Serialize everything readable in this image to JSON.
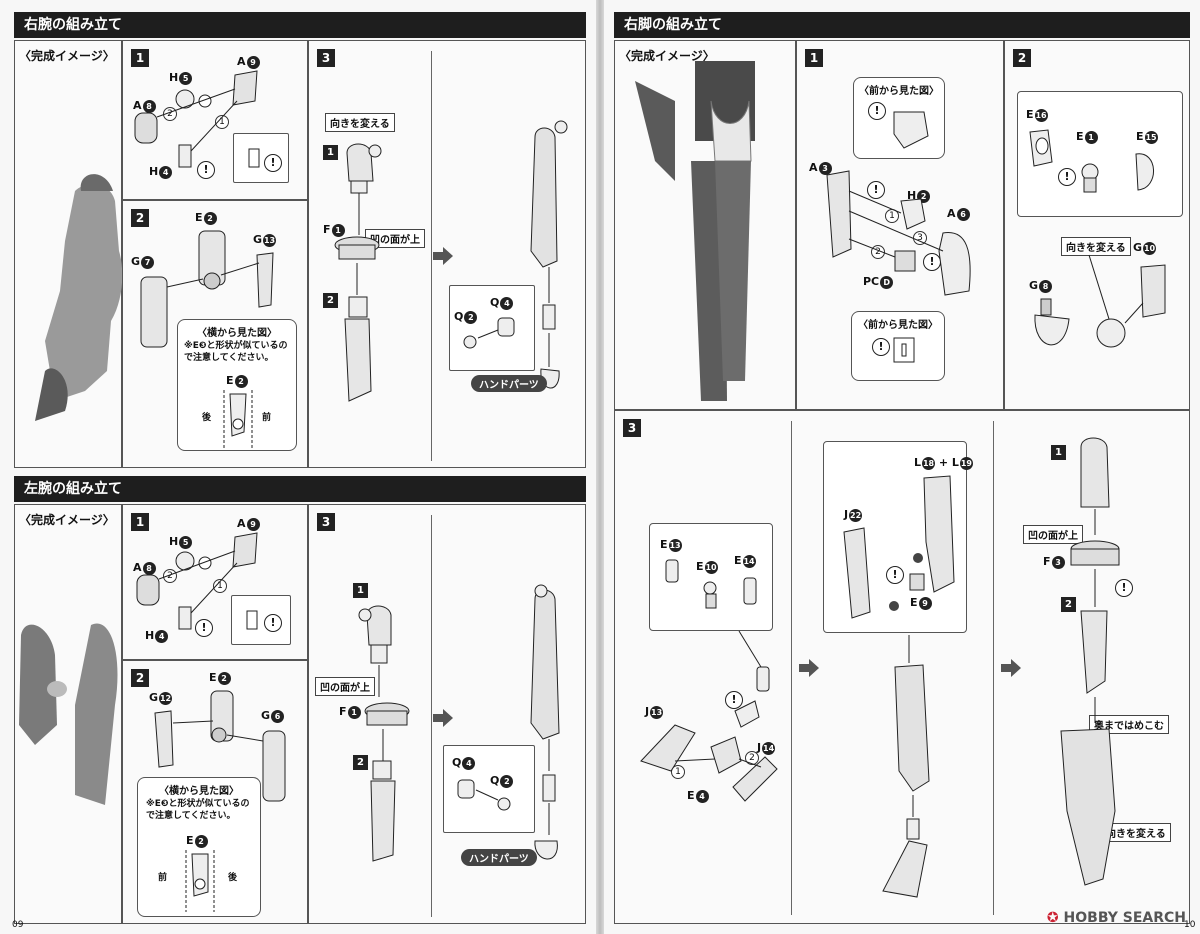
{
  "left_page": {
    "page_number": "09",
    "right_arm": {
      "title": "右腕の組み立て",
      "image_label": "〈完成イメージ〉",
      "step1": {
        "num": "1",
        "parts": {
          "a9": "A",
          "a9n": "9",
          "h5": "H",
          "h5n": "5",
          "a8": "A",
          "a8n": "8",
          "h4": "H",
          "h4n": "4"
        },
        "c1": "1",
        "c2": "2"
      },
      "step2": {
        "num": "2",
        "parts": {
          "e2": "E",
          "e2n": "2",
          "g7": "G",
          "g7n": "7",
          "g13": "G",
          "g13n": "13"
        },
        "callout_title": "〈横から見た図〉",
        "callout_note": "※E❸と形状が似ているので注意してください。",
        "callout_part": "E",
        "callout_partn": "2",
        "back": "後",
        "front": "前"
      },
      "step3": {
        "num": "3",
        "change_direction": "向きを変える",
        "sub1": "1",
        "sub2": "2",
        "f1": "F",
        "f1n": "1",
        "concave_up": "凹の面が上",
        "q2": "Q",
        "q2n": "2",
        "q4": "Q",
        "q4n": "4",
        "hand_parts": "ハンドパーツ"
      }
    },
    "left_arm": {
      "title": "左腕の組み立て",
      "image_label": "〈完成イメージ〉",
      "step1": {
        "num": "1",
        "parts": {
          "a9": "A",
          "a9n": "9",
          "h5": "H",
          "h5n": "5",
          "a8": "A",
          "a8n": "8",
          "h4": "H",
          "h4n": "4"
        },
        "c1": "1",
        "c2": "2"
      },
      "step2": {
        "num": "2",
        "parts": {
          "e2": "E",
          "e2n": "2",
          "g12": "G",
          "g12n": "12",
          "g6": "G",
          "g6n": "6"
        },
        "callout_title": "〈横から見た図〉",
        "callout_note": "※E❸と形状が似ているので注意してください。",
        "callout_part": "E",
        "callout_partn": "2",
        "front": "前",
        "back": "後"
      },
      "step3": {
        "num": "3",
        "sub1": "1",
        "sub2": "2",
        "f1": "F",
        "f1n": "1",
        "concave_up": "凹の面が上",
        "q4": "Q",
        "q4n": "4",
        "q2": "Q",
        "q2n": "2",
        "hand_parts": "ハンドパーツ"
      }
    }
  },
  "right_page": {
    "page_number": "10",
    "right_leg": {
      "title": "右脚の組み立て",
      "image_label": "〈完成イメージ〉",
      "step1": {
        "num": "1",
        "front_view": "〈前から見た図〉",
        "front_view2": "〈前から見た図〉",
        "a3": "A",
        "a3n": "3",
        "h2": "H",
        "h2n": "2",
        "a6": "A",
        "a6n": "6",
        "pcd": "PC",
        "pcdn": "D",
        "c1": "1",
        "c2": "2",
        "c3": "3"
      },
      "step2": {
        "num": "2",
        "e16": "E",
        "e16n": "16",
        "e1": "E",
        "e1n": "1",
        "e15": "E",
        "e15n": "15",
        "change_direction": "向きを変える",
        "g10": "G",
        "g10n": "10",
        "g8": "G",
        "g8n": "8"
      },
      "step3": {
        "num": "3",
        "e13": "E",
        "e13n": "13",
        "e10": "E",
        "e10n": "10",
        "e14": "E",
        "e14n": "14",
        "j13": "J",
        "j13n": "13",
        "j14": "J",
        "j14n": "14",
        "e4": "E",
        "e4n": "4",
        "l18": "L",
        "l18n": "18",
        "plus": "+",
        "l19": "L",
        "l19n": "19",
        "j22": "J",
        "j22n": "22",
        "e9": "E",
        "e9n": "9",
        "sub1": "1",
        "sub2": "2",
        "concave_up": "凹の面が上",
        "f3": "F",
        "f3n": "3",
        "push_in": "奥まではめこむ",
        "change_direction": "向きを変える",
        "c1": "1",
        "c2": "2"
      }
    }
  },
  "watermark": {
    "brand": "HOBBY SEARCH"
  },
  "warn_symbol": "!"
}
